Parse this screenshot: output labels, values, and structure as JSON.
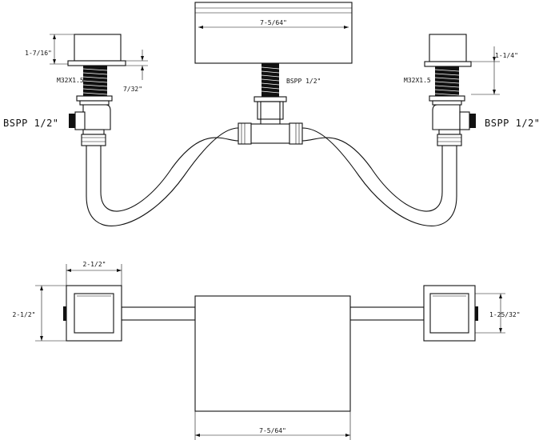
{
  "elevation": {
    "top_width_label": "7-5/64\"",
    "left_handle_height_label": "1-7/16\"",
    "left_thread_label": "M32X1.5",
    "left_gap_label": "7/32\"",
    "center_thread_label": "BSPP 1/2\"",
    "right_thread_label": "M32X1.5",
    "right_handle_height_label": "1-1/4\"",
    "left_port_label": "BSPP 1/2\"",
    "right_port_label": "BSPP 1/2\""
  },
  "plan": {
    "handle_width_label": "2-1/2\"",
    "handle_height_label": "2-1/2\"",
    "right_handle_label": "1-25/32\"",
    "bottom_width_label": "7-5/64\""
  }
}
